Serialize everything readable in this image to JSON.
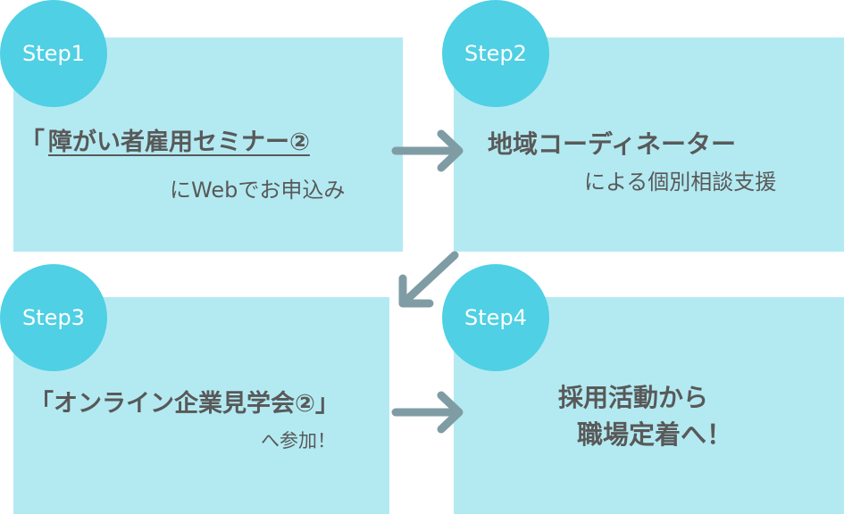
{
  "colors": {
    "panel": "#b3eaf2",
    "badge": "#4fd0e4",
    "arrow": "#7f9ca4",
    "text": "#595959"
  },
  "steps": [
    {
      "badge": "Step1",
      "bracket": "「",
      "title": "障がい者雇用セミナー②",
      "subtitle": "にWebでお申込み"
    },
    {
      "badge": "Step2",
      "title": "地域コーディネーター",
      "subtitle": "による個別相談支援"
    },
    {
      "badge": "Step3",
      "title": "「オンライン企業見学会②」",
      "subtitle": "へ参加！"
    },
    {
      "badge": "Step4",
      "title_line1": "採用活動から",
      "title_line2": "職場定着へ！"
    }
  ],
  "arrows": [
    "right-arrow-icon",
    "down-left-arrow-icon",
    "right-arrow-icon"
  ]
}
